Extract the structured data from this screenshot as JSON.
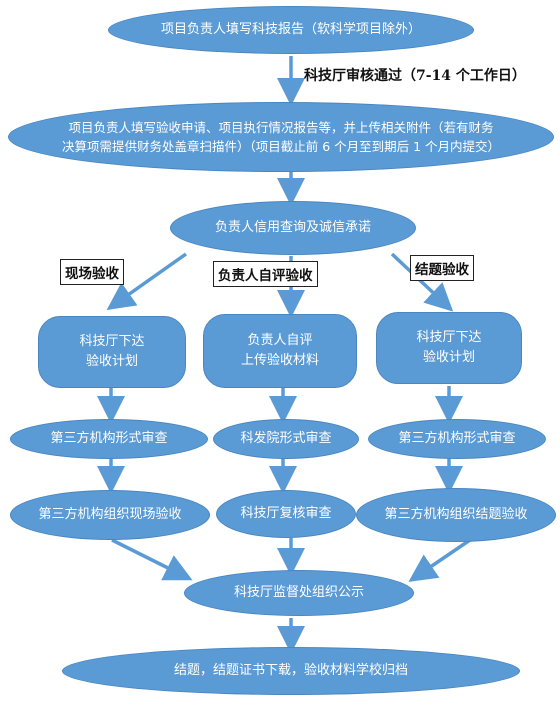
{
  "nodes": {
    "n1": "项目负责人填写科技报告（软科学项目除外）",
    "n2_line1": "项目负责人填写验收申请、项目执行情况报告等，并上传相关附件（若有财务",
    "n2_line2": "决算项需提供财务处盖章扫描件）（项目截止前 6 个月至到期后 1 个月内提交）",
    "n3": "负责人信用查询及诚信承诺",
    "l1_line1": "科技厅下达",
    "l1_line2": "验收计划",
    "m1_line1": "负责人自评",
    "m1_line2": "上传验收材料",
    "r1_line1": "科技厅下达",
    "r1_line2": "验收计划",
    "l2": "第三方机构形式审查",
    "m2": "科发院形式审查",
    "r2": "第三方机构形式审查",
    "l3": "第三方机构组织现场验收",
    "m3": "科技厅复核审查",
    "r3": "第三方机构组织结题验收",
    "n4": "科技厅监督处组织公示",
    "n5": "结题，结题证书下载，验收材料学校归档"
  },
  "labels": {
    "review": "科技厅审核通过（7-14 个工作日）",
    "onsite": "现场验收",
    "self": "负责人自评验收",
    "closing": "结题验收"
  },
  "colors": {
    "node_fill": "#5b9bd5",
    "arrow": "#5b9bd5",
    "text": "#ffffff"
  }
}
